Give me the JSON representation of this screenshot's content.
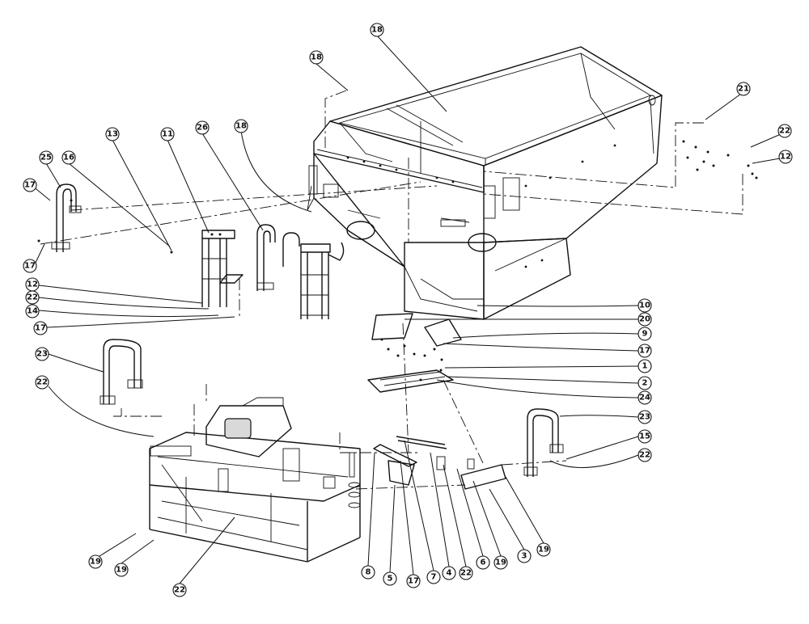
{
  "diagram": {
    "callouts": [
      {
        "id": "c-18a",
        "label": "18"
      },
      {
        "id": "c-18b",
        "label": "18"
      },
      {
        "id": "c-18c",
        "label": "18"
      },
      {
        "id": "c-21",
        "label": "21"
      },
      {
        "id": "c-22a",
        "label": "22"
      },
      {
        "id": "c-12a",
        "label": "12"
      },
      {
        "id": "c-13",
        "label": "13"
      },
      {
        "id": "c-11",
        "label": "11"
      },
      {
        "id": "c-26",
        "label": "26"
      },
      {
        "id": "c-16",
        "label": "16"
      },
      {
        "id": "c-25",
        "label": "25"
      },
      {
        "id": "c-17a",
        "label": "17"
      },
      {
        "id": "c-17b",
        "label": "17"
      },
      {
        "id": "c-12b",
        "label": "12"
      },
      {
        "id": "c-22b",
        "label": "22"
      },
      {
        "id": "c-14",
        "label": "14"
      },
      {
        "id": "c-17c",
        "label": "17"
      },
      {
        "id": "c-10",
        "label": "10"
      },
      {
        "id": "c-20",
        "label": "20"
      },
      {
        "id": "c-9",
        "label": "9"
      },
      {
        "id": "c-17d",
        "label": "17"
      },
      {
        "id": "c-1",
        "label": "1"
      },
      {
        "id": "c-2",
        "label": "2"
      },
      {
        "id": "c-24",
        "label": "24"
      },
      {
        "id": "c-23a",
        "label": "23"
      },
      {
        "id": "c-22c",
        "label": "22"
      },
      {
        "id": "c-23b",
        "label": "23"
      },
      {
        "id": "c-15",
        "label": "15"
      },
      {
        "id": "c-22d",
        "label": "22"
      },
      {
        "id": "c-19a",
        "label": "19"
      },
      {
        "id": "c-19b",
        "label": "19"
      },
      {
        "id": "c-22e",
        "label": "22"
      },
      {
        "id": "c-8",
        "label": "8"
      },
      {
        "id": "c-5",
        "label": "5"
      },
      {
        "id": "c-17e",
        "label": "17"
      },
      {
        "id": "c-7",
        "label": "7"
      },
      {
        "id": "c-4",
        "label": "4"
      },
      {
        "id": "c-22f",
        "label": "22"
      },
      {
        "id": "c-6",
        "label": "6"
      },
      {
        "id": "c-19c",
        "label": "19"
      },
      {
        "id": "c-3",
        "label": "3"
      },
      {
        "id": "c-19d",
        "label": "19"
      }
    ]
  }
}
